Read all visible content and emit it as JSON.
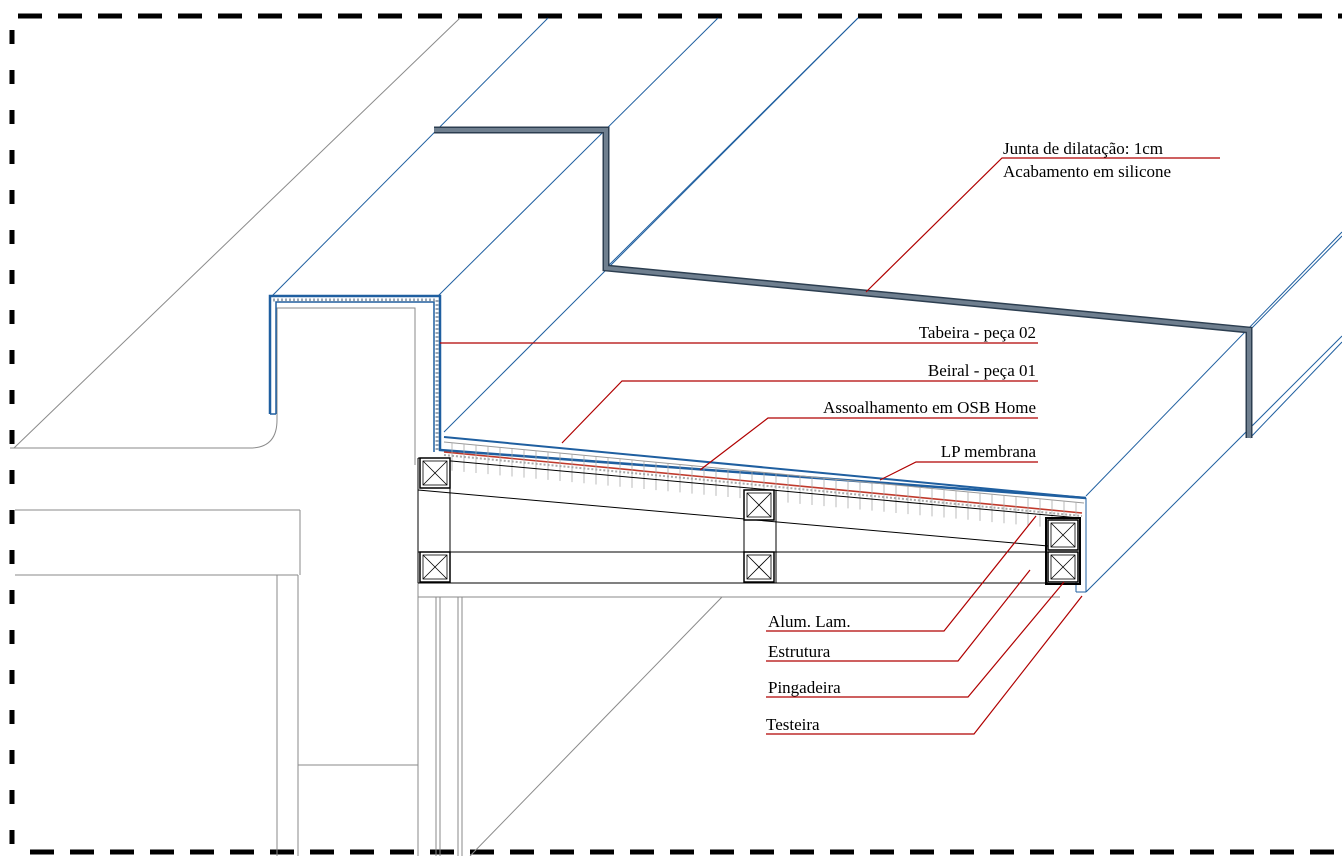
{
  "colors": {
    "leader": "#b00000",
    "structure": "#000000",
    "finish_blue": "#1f5fa0",
    "flashing_grey": "#5c6b7a",
    "membrane": "#c0392b",
    "thin_line": "#888888",
    "border": "#000000"
  },
  "labels": {
    "junta_line1": "Junta de dilatação: 1cm",
    "junta_line2": "Acabamento em silicone",
    "tabeira": "Tabeira - peça 02",
    "beiral": "Beiral - peça 01",
    "assoalhamento": "Assoalhamento em OSB Home",
    "membrana": "LP membrana",
    "alum": "Alum. Lam.",
    "estrutura": "Estrutura",
    "pingadeira": "Pingadeira",
    "testeira": "Testeira"
  }
}
